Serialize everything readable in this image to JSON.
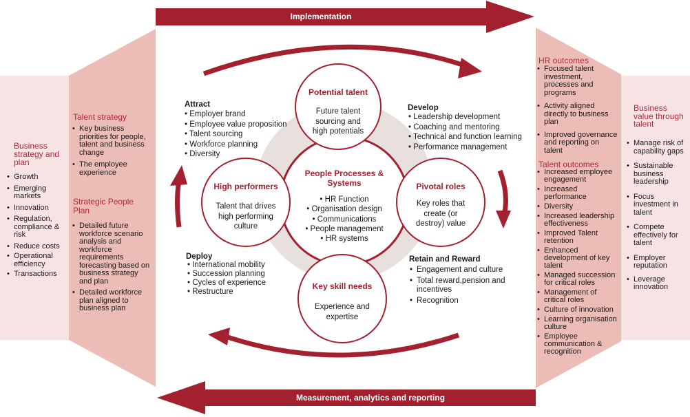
{
  "colors": {
    "accent": "#a3202e",
    "panel_light": "#f7e3e3",
    "panel_mid": "#ecbcb6",
    "center_bg": "#e8e0dd"
  },
  "banners": {
    "top": "Implementation",
    "bottom": "Measurement, analytics and reporting"
  },
  "business_strategy": {
    "title": "Business strategy and plan",
    "items": [
      "Growth",
      "Emerging markets",
      "Innovation",
      "Regulation, compliance & risk",
      "Reduce costs",
      "Operational efficiency",
      "Transactions"
    ]
  },
  "talent_strategy": {
    "title": "Talent strategy",
    "items": [
      "Key business priorities for people, talent and business change",
      "The employee experience"
    ]
  },
  "strategic_people_plan": {
    "title": "Strategic People Plan",
    "items": [
      "Detailed future workforce scenario analysis and workforce requirements forecasting based on business strategy and plan",
      "Detailed workforce plan aligned to business plan"
    ]
  },
  "attract": {
    "title": "Attract",
    "items": [
      "Employer brand",
      "Employee value proposition",
      "Talent sourcing",
      "Workforce planning",
      "Diversity"
    ]
  },
  "develop": {
    "title": "Develop",
    "items": [
      "Leadership development",
      "Coaching and mentoring",
      "Technical and function learning",
      "Performance management"
    ]
  },
  "deploy": {
    "title": "Deploy",
    "items": [
      "International mobility",
      "Succession planning",
      "Cycles of experience",
      "Restructure"
    ]
  },
  "retain": {
    "title": "Retain and Reward",
    "items": [
      "Engagement and culture",
      "Total reward,pension and incentives",
      "Recognition"
    ]
  },
  "circles": {
    "potential": {
      "title": "Potential talent",
      "desc": "Future talent sourcing and high potentials"
    },
    "high_performers": {
      "title": "High performers",
      "desc": "Talent that drives high performing culture"
    },
    "pivotal": {
      "title": "Pivotal roles",
      "desc": "Key roles that create (or destroy) value"
    },
    "key_skill": {
      "title": "Key skill needs",
      "desc": "Experience and expertise"
    },
    "center": {
      "title": "People Processes & Systems",
      "items": [
        "HR Function",
        "Organisation design",
        "Communications",
        "People management",
        "HR systems"
      ]
    }
  },
  "hr_outcomes": {
    "title": "HR outcomes",
    "items": [
      "Focused talent investment, processes and programs",
      "Activity aligned directly to business plan",
      "Improved governance and reporting on talent"
    ]
  },
  "talent_outcomes": {
    "title": "Talent outcomes",
    "items": [
      "Increased employee engagement",
      "Increased performance",
      "Diversity",
      "Increased leadership effectiveness",
      "Improved Talent retention",
      "Enhanced development of key talent",
      "Managed succession for critical roles",
      "Management of critical roles",
      "Culture of innovation",
      "Learning organisation culture",
      "Employee communication & recognition"
    ]
  },
  "business_value": {
    "title": "Business value through talent",
    "items": [
      "Manage risk of capability gaps",
      "Sustainable business leadership",
      "Focus investment in talent",
      "Compete effectively for talent",
      "Employer reputation",
      "Leverage innovation"
    ]
  }
}
